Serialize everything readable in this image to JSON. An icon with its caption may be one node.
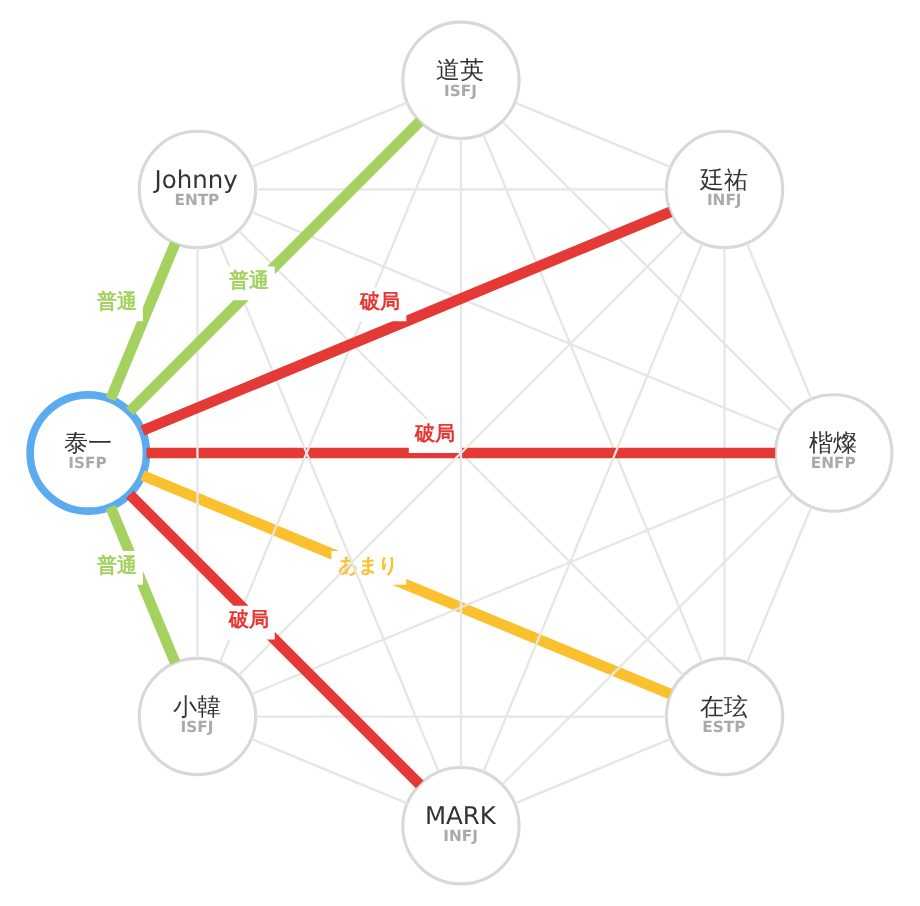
{
  "diagram": {
    "nodes": [
      {
        "text": [
          "在玹",
          "ESTP"
        ]
      },
      {
        "text": [
          "楷燦",
          "ENFP"
        ]
      },
      {
        "text": [
          "小韓",
          "ISFJ"
        ]
      },
      {
        "text": [
          "泰一",
          "ISFP"
        ]
      },
      {
        "text": [
          "Johnny",
          "ENTP"
        ]
      },
      {
        "text": [
          "道英",
          "ISFJ"
        ]
      },
      {
        "text": [
          "廷祐",
          "INFJ"
        ]
      },
      {
        "text": [
          "MARK",
          "INFJ"
        ]
      }
    ],
    "edges": [
      {
        "from": 7,
        "to": 3,
        "arrow": "none",
        "label": "破局",
        "style": "thick",
        "color": "#e53935"
      },
      {
        "from": 0,
        "to": 3,
        "arrow": "none",
        "label": "あまり",
        "style": "thick",
        "color": "#fbc02d"
      },
      {
        "from": 1,
        "to": 3,
        "arrow": "none",
        "label": "破局",
        "style": "thick",
        "color": "#e53935"
      },
      {
        "from": 2,
        "to": 3,
        "arrow": "none",
        "label": "普通",
        "style": "thick",
        "color": "#a5d160"
      },
      {
        "from": 6,
        "to": 3,
        "arrow": "none",
        "label": "破局",
        "style": "thick",
        "color": "#e53935"
      },
      {
        "from": 5,
        "to": 3,
        "arrow": "none",
        "label": "普通",
        "style": "thick",
        "color": "#a5d160"
      },
      {
        "from": 4,
        "to": 3,
        "arrow": "none",
        "label": "普通",
        "style": "thick",
        "color": "#a5d160"
      },
      {
        "from": 0,
        "to": 1,
        "arrow": "none"
      },
      {
        "from": 0,
        "to": 2,
        "arrow": "none"
      },
      {
        "from": 0,
        "to": 4,
        "arrow": "none"
      },
      {
        "from": 0,
        "to": 5,
        "arrow": "none"
      },
      {
        "from": 0,
        "to": 6,
        "arrow": "none"
      },
      {
        "from": 0,
        "to": 7,
        "arrow": "none"
      },
      {
        "from": 1,
        "to": 2,
        "arrow": "none"
      },
      {
        "from": 1,
        "to": 4,
        "arrow": "none"
      },
      {
        "from": 1,
        "to": 5,
        "arrow": "none"
      },
      {
        "from": 1,
        "to": 6,
        "arrow": "none"
      },
      {
        "from": 1,
        "to": 7,
        "arrow": "none"
      },
      {
        "from": 2,
        "to": 4,
        "arrow": "none"
      },
      {
        "from": 2,
        "to": 5,
        "arrow": "none"
      },
      {
        "from": 2,
        "to": 6,
        "arrow": "none"
      },
      {
        "from": 2,
        "to": 7,
        "arrow": "none"
      },
      {
        "from": 4,
        "to": 5,
        "arrow": "none"
      },
      {
        "from": 4,
        "to": 6,
        "arrow": "none"
      },
      {
        "from": 4,
        "to": 7,
        "arrow": "none"
      },
      {
        "from": 5,
        "to": 6,
        "arrow": "none"
      },
      {
        "from": 5,
        "to": 7,
        "arrow": "none"
      },
      {
        "from": 6,
        "to": 7,
        "arrow": "none"
      }
    ]
  }
}
